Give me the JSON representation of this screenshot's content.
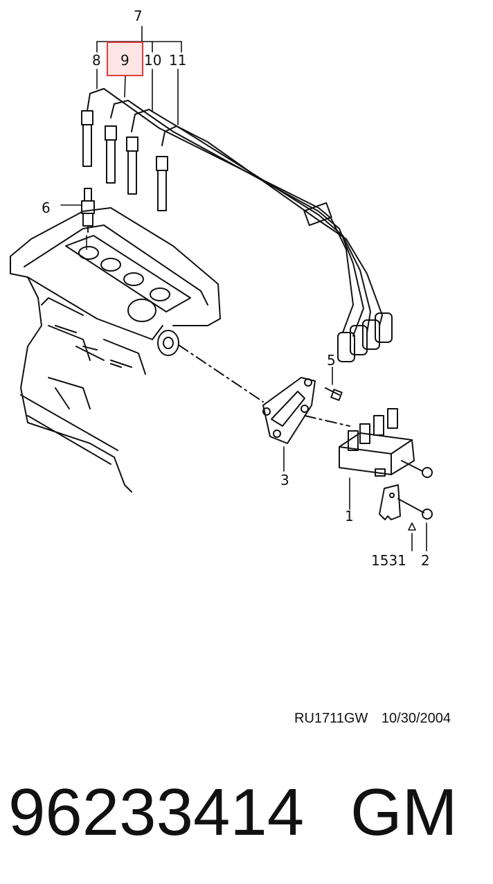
{
  "diagram": {
    "callouts": [
      "1",
      "2",
      "3",
      "5",
      "6",
      "7",
      "8",
      "9",
      "10",
      "11",
      "1531"
    ],
    "highlighted_callout": "9",
    "highlight_color": "#e03a3a",
    "highlight_fill": "#ffe6e6"
  },
  "drawing_code": "RU1711GW",
  "drawing_date": "10/30/2004",
  "part_number": "96233414",
  "brand": "GM"
}
